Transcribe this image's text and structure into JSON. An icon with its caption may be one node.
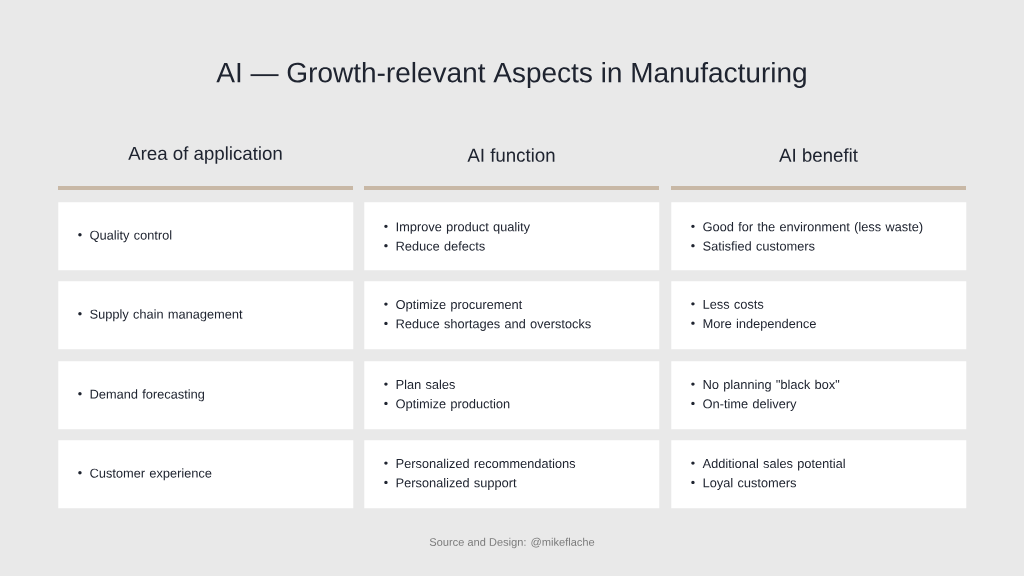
{
  "diagram": {
    "title": "AI — Growth-relevant Aspects in Manufacturing",
    "caption": "Source and Design: @mikeflache",
    "labels": [
      "Area of application",
      "AI function",
      "AI benefit"
    ],
    "nodes": [
      {
        "text": [
          "Quality control"
        ]
      },
      {
        "text": [
          "Improve product quality",
          "Reduce defects"
        ]
      },
      {
        "text": [
          "Good for the environment (less waste)",
          "Satisfied customers"
        ]
      },
      {
        "text": [
          "Supply chain management"
        ]
      },
      {
        "text": [
          "Optimize procurement",
          "Reduce shortages and overstocks"
        ]
      },
      {
        "text": [
          "Less costs",
          "More independence"
        ]
      },
      {
        "text": [
          "Demand forecasting"
        ]
      },
      {
        "text": [
          "Plan sales",
          "Optimize production"
        ]
      },
      {
        "text": [
          "No planning \"black box\"",
          "On-time delivery"
        ]
      },
      {
        "text": [
          "Customer experience"
        ]
      },
      {
        "text": [
          "Personalized recommendations",
          "Personalized support"
        ]
      },
      {
        "text": [
          "Additional sales potential",
          "Loyal customers"
        ]
      }
    ]
  }
}
